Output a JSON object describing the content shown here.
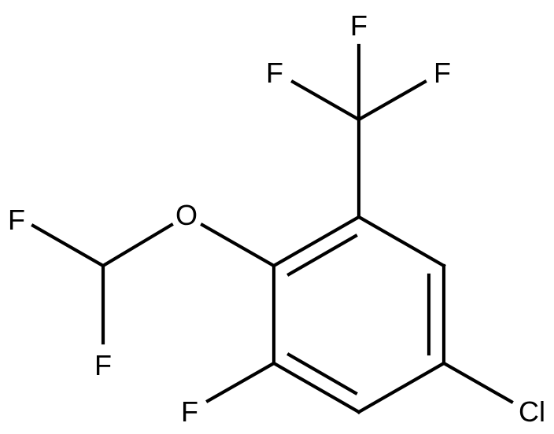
{
  "structure": {
    "atoms": {
      "f_cf3_top": "F",
      "f_cf3_left": "F",
      "f_cf3_right": "F",
      "f_chf2_upper": "F",
      "o_ether": "O",
      "f_chf2_lower": "F",
      "f_ring": "F",
      "cl_ring": "Cl"
    },
    "colors": {
      "bond": "#000000",
      "label": "#000000",
      "background": "#ffffff"
    }
  }
}
